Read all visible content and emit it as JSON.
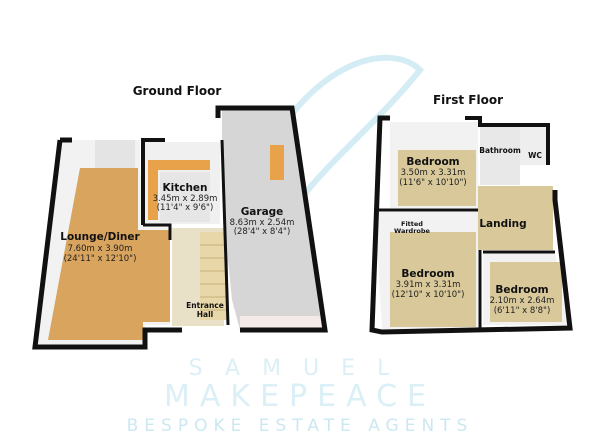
{
  "ground_floor": {
    "title": "Ground Floor",
    "rooms": [
      {
        "name": "Lounge/Diner",
        "metric": "7.60m x 3.90m",
        "imperial": "(24'11\" x 12'10\")"
      },
      {
        "name": "Kitchen",
        "metric": "3.45m x 2.89m",
        "imperial": "(11'4\" x 9'6\")"
      },
      {
        "name": "Garage",
        "metric": "8.63m x 2.54m",
        "imperial": "(28'4\" x 8'4\")"
      },
      {
        "name_line1": "Entrance",
        "name_line2": "Hall"
      }
    ]
  },
  "first_floor": {
    "title": "First Floor",
    "rooms": [
      {
        "name": "Bedroom",
        "metric": "3.50m x 3.31m",
        "imperial": "(11'6\" x 10'10\")"
      },
      {
        "name": "Bathroom"
      },
      {
        "name": "WC"
      },
      {
        "name_line1": "Fitted",
        "name_line2": "Wardrobe"
      },
      {
        "name": "Landing"
      },
      {
        "name": "Bedroom",
        "metric": "3.91m x 3.31m",
        "imperial": "(12'10\" x 10'10\")"
      },
      {
        "name": "Bedroom",
        "metric": "2.10m x 2.64m",
        "imperial": "(6'11\" x 8'8\")"
      }
    ]
  },
  "watermark": {
    "line1": "SAMUEL",
    "line2": "MAKEPEACE",
    "tagline": "BESPOKE ESTATE AGENTS",
    "color": "#bfe3ef"
  },
  "colors": {
    "wood": "#d9a45e",
    "carpet": "#d8c89a",
    "concrete": "#d6d6d6",
    "walls": "#111111",
    "units": "#e8a24a"
  }
}
